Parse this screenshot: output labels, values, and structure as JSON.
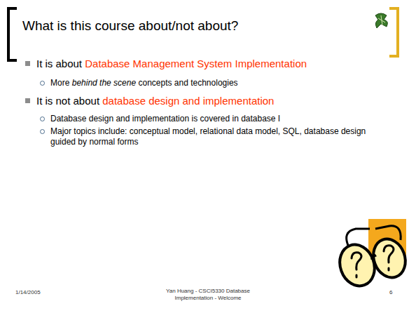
{
  "diagram": {
    "title": "What is this course about/not about?",
    "labels": [
      "It is about",
      "Database Management System Implementation",
      "More",
      "behind the scene",
      "concepts and technologies",
      "It is not about",
      "database design and implementation",
      "Database design and implementation is covered in database I",
      "Major topics include: conceptual model, relational data model, SQL, database design guided by normal forms",
      "1/14/2005",
      "Yan Huang - CSCI5330 Database Implementation - Welcome",
      "6"
    ]
  }
}
